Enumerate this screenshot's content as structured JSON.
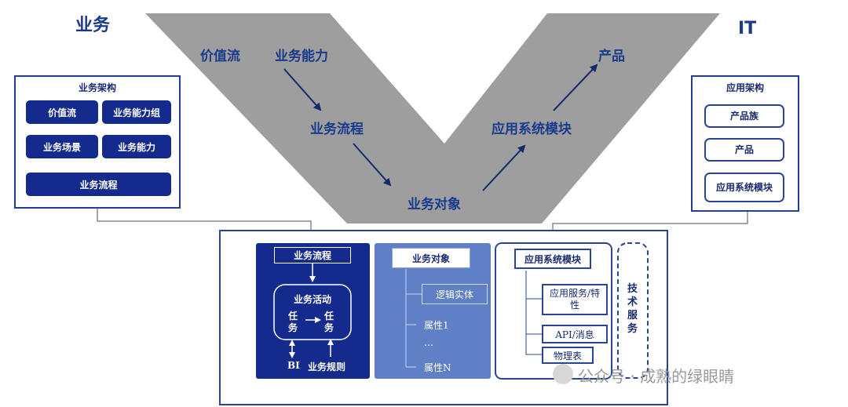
{
  "corners": {
    "business": "业务",
    "it": "IT"
  },
  "v_shape": {
    "value_stream": "价值流",
    "capability": "业务能力",
    "process": "业务流程",
    "object": "业务对象",
    "app_module": "应用系统模块",
    "product": "产品"
  },
  "business_arch": {
    "title": "业务架构",
    "items": [
      "价值流",
      "业务能力组",
      "业务场景",
      "业务能力",
      "业务流程"
    ]
  },
  "app_arch": {
    "title": "应用架构",
    "items": [
      "产品族",
      "产品",
      "应用系统模块"
    ]
  },
  "bottom": {
    "process_panel": {
      "title": "业务流程",
      "activity": "业务活动",
      "task_left": "任务",
      "task_right": "任务",
      "bi": "BI",
      "rules": "业务规则"
    },
    "object_panel": {
      "title": "业务对象",
      "entity": "逻辑实体",
      "attr1": "属性1",
      "ellipsis": "…",
      "attrn": "属性N"
    },
    "module_panel": {
      "title": "应用系统模块",
      "service": "应用服务/特性",
      "api": "API/消息",
      "table": "物理表"
    },
    "tech_service": "技术服务"
  },
  "watermark": {
    "text": "公众号 · 成熟的绿眼睛"
  },
  "colors": {
    "v_gray": "#9e9e9e",
    "dark_blue": "#142a8c",
    "mid_blue": "#5f7fc7",
    "text_blue": "#1a3a8c"
  }
}
